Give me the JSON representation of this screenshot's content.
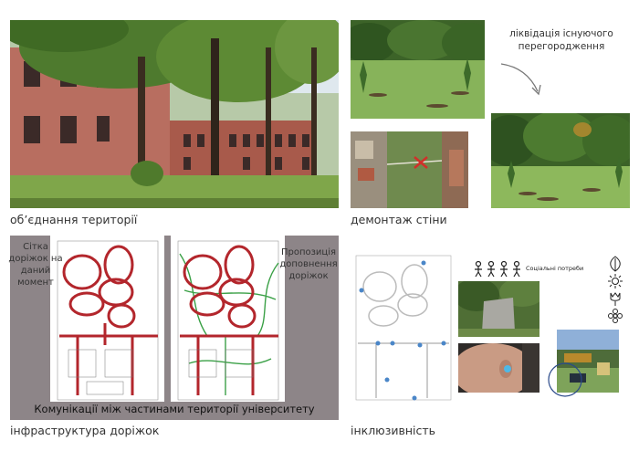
{
  "captions": {
    "unify": "об’єднання території",
    "demolition": "демонтаж стіни",
    "paths": "інфраструктура доріжок",
    "inclusivity": "інклюзивність"
  },
  "fence_removal_label": "ліквідація існуючого перегородження",
  "paths_panel": {
    "current_label": "Сітка доріжок на даний момент",
    "proposal_label": "Пропозиція доповнення доріжок",
    "bottom_title": "Комунікації між частинами території університету"
  },
  "inclusivity": {
    "social_needs_label": "Соціальні потреби"
  },
  "colors": {
    "panel_gray": "#8d8588",
    "path_red": "#b3262c",
    "path_green": "#3aa046",
    "marker_blue": "#4a86c8"
  }
}
